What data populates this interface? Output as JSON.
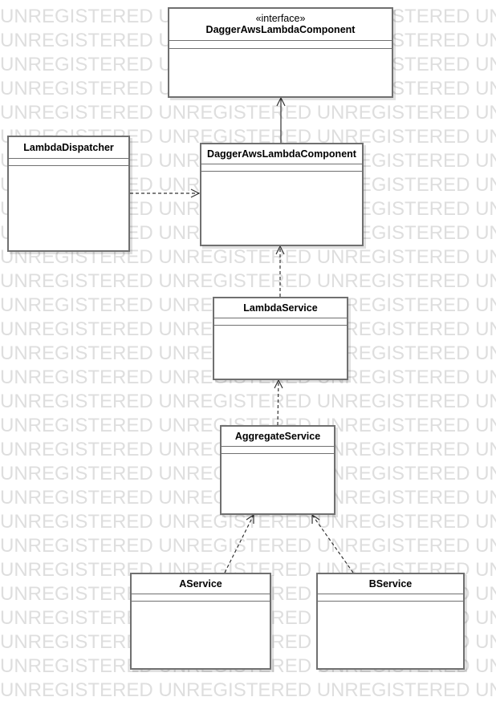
{
  "watermark": {
    "text": "UNREGISTERED UNREGISTERED UNREGISTERED UNREGISTERED",
    "color": "#dedede"
  },
  "classes": [
    {
      "id": "iface",
      "stereotype": "«interface»",
      "name": "DaggerAwsLambdaComponent"
    },
    {
      "id": "dispatcher",
      "name": "LambdaDispatcher"
    },
    {
      "id": "component",
      "name": "DaggerAwsLambdaComponent"
    },
    {
      "id": "lambdaService",
      "name": "LambdaService"
    },
    {
      "id": "aggregate",
      "name": "AggregateService"
    },
    {
      "id": "aService",
      "name": "AService"
    },
    {
      "id": "bService",
      "name": "BService"
    }
  ],
  "relations": [
    {
      "from": "component",
      "to": "iface",
      "kind": "realization-solid"
    },
    {
      "from": "dispatcher",
      "to": "component",
      "kind": "dependency"
    },
    {
      "from": "lambdaService",
      "to": "component",
      "kind": "dependency"
    },
    {
      "from": "aggregate",
      "to": "lambdaService",
      "kind": "dependency"
    },
    {
      "from": "aService",
      "to": "aggregate",
      "kind": "dependency"
    },
    {
      "from": "bService",
      "to": "aggregate",
      "kind": "dependency"
    }
  ],
  "colors": {
    "border": "#707070",
    "line": "#333333"
  }
}
